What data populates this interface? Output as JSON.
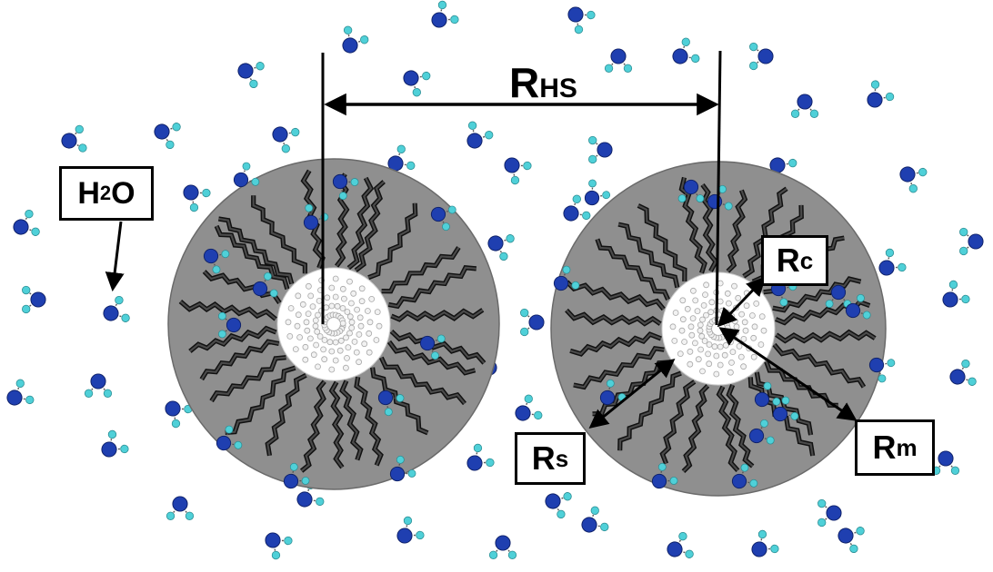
{
  "labels": {
    "rhs": {
      "main": "R",
      "sub": "HS"
    },
    "water": {
      "p1": "H",
      "p2": "2",
      "p3": "O"
    },
    "rc": {
      "main": "R",
      "sub": "c"
    },
    "rs": {
      "main": "R",
      "sub": "s"
    },
    "rm": {
      "main": "R",
      "sub": "m"
    }
  },
  "colors": {
    "shell": "#8f8f8f",
    "core": "#ffffff",
    "chain": "#2b2b2b",
    "oxygen": "#1f3fb0",
    "hydrogen": "#4fd0d8",
    "arrow": "#000000"
  },
  "micelle_count": 2
}
